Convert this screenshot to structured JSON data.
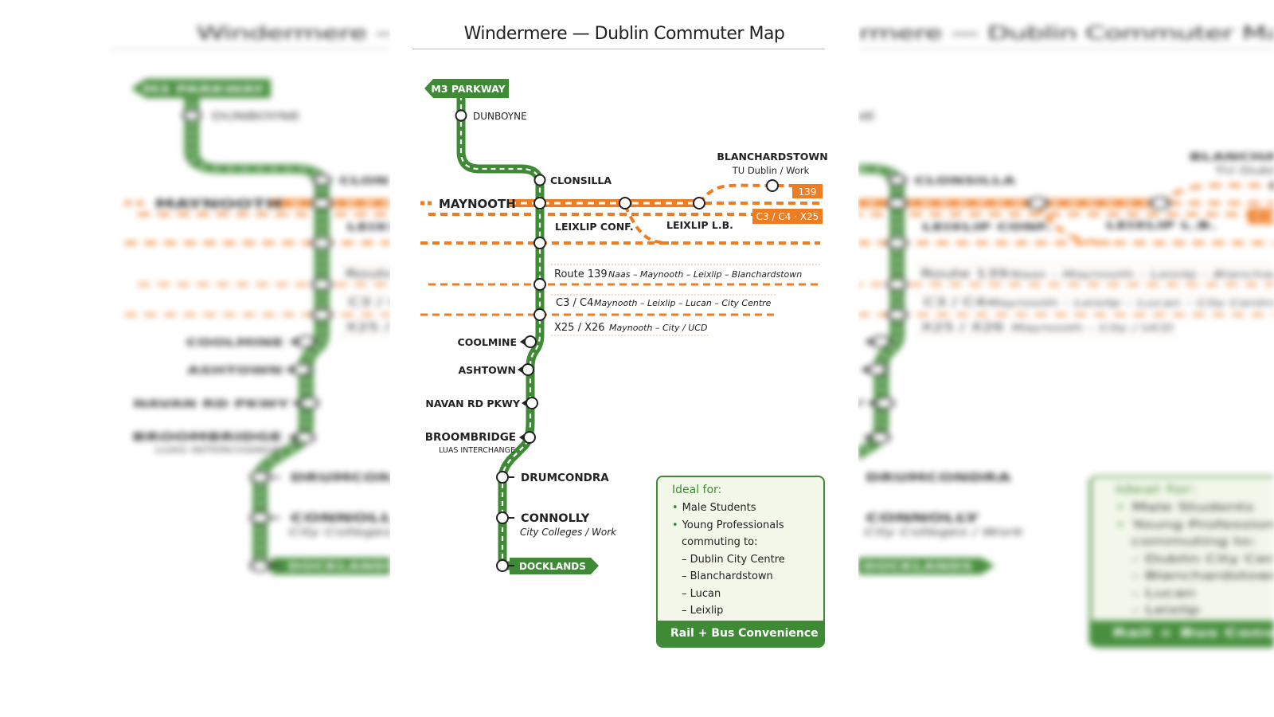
{
  "title": "Windermere — Dublin Commuter Map",
  "colors": {
    "rail_green": "#3f8a35",
    "bus_orange": "#f07c22",
    "text_dark": "#222222",
    "box_bg": "#f3f7ea"
  },
  "rail_line": {
    "terminus_north": "M3 PARKWAY",
    "terminus_south": "DOCKLANDS",
    "stations": [
      {
        "name": "DUNBOYNE",
        "sub": ""
      },
      {
        "name": "CLONSILLA",
        "sub": ""
      },
      {
        "name": "MAYNOOTH",
        "sub": ""
      },
      {
        "name": "COOLMINE",
        "sub": ""
      },
      {
        "name": "ASHTOWN",
        "sub": ""
      },
      {
        "name": "NAVAN RD PKWY",
        "sub": ""
      },
      {
        "name": "BROOMBRIDGE",
        "sub": "LUAS INTERCHANGE"
      },
      {
        "name": "DRUMCONDRA",
        "sub": ""
      },
      {
        "name": "CONNOLLY",
        "sub": "City Colleges / Work"
      }
    ]
  },
  "bus_stops": {
    "leixlip_conf": "LEIXLIP CONF.",
    "leixlip_lb": "LEIXLIP L.B.",
    "blanchardstown": "BLANCHARDSTOWN",
    "blanchardstown_sub": "TU Dublin / Work"
  },
  "route_badges": {
    "r139": "139",
    "c3c4x25": "C3 / C4 · X25"
  },
  "routes": [
    {
      "code": "Route 139",
      "desc": "Naas – Maynooth – Leixlip – Blanchardstown"
    },
    {
      "code": "C3 / C4",
      "desc": "Maynooth – Leixlip – Lucan – City Centre"
    },
    {
      "code": "X25 / X26",
      "desc": "Maynooth – City / UCD"
    }
  ],
  "ideal_box": {
    "heading": "Ideal for:",
    "bullets": [
      "Male Students",
      "Young Professionals"
    ],
    "commuting_label": "commuting to:",
    "destinations": [
      "– Dublin City Centre",
      "– Blanchardstown",
      "– Lucan",
      "– Leixlip"
    ],
    "footer": "Rail + Bus Convenience"
  }
}
